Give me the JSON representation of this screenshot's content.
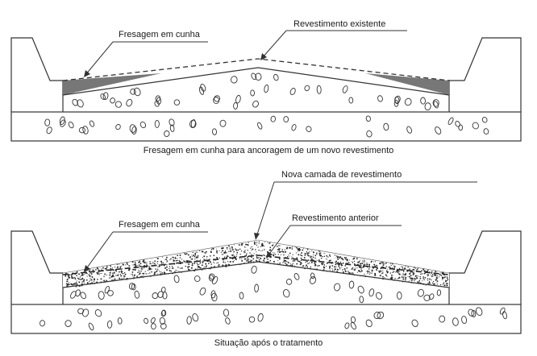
{
  "top": {
    "label_wedge": "Fresagem em cunha",
    "label_existing": "Revestimento existente",
    "caption": "Fresagem em cunha para ancoragem de um novo revestimento"
  },
  "bottom": {
    "label_new_layer": "Nova camada de revestimento",
    "label_wedge": "Fresagem em cunha",
    "label_previous": "Revestimento anterior",
    "caption": "Situação após o tratamento"
  },
  "colors": {
    "stroke": "#333333",
    "wedge_fill": "#777777",
    "aggregate_dots": "#222222"
  }
}
